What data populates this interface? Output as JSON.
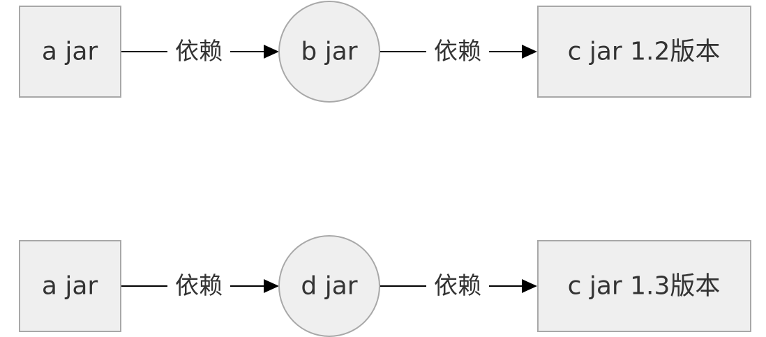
{
  "diagram": {
    "rows": [
      {
        "nodes": [
          {
            "id": "a1",
            "label": "a jar",
            "shape": "rect"
          },
          {
            "id": "b",
            "label": "b jar",
            "shape": "circle"
          },
          {
            "id": "c12",
            "label": "c jar 1.2版本",
            "shape": "rect"
          }
        ],
        "edges": [
          {
            "from": "a1",
            "to": "b",
            "label": "依赖"
          },
          {
            "from": "b",
            "to": "c12",
            "label": "依赖"
          }
        ]
      },
      {
        "nodes": [
          {
            "id": "a2",
            "label": "a jar",
            "shape": "rect"
          },
          {
            "id": "d",
            "label": "d jar",
            "shape": "circle"
          },
          {
            "id": "c13",
            "label": "c jar 1.3版本",
            "shape": "rect"
          }
        ],
        "edges": [
          {
            "from": "a2",
            "to": "d",
            "label": "依赖"
          },
          {
            "from": "d",
            "to": "c13",
            "label": "依赖"
          }
        ]
      }
    ]
  }
}
